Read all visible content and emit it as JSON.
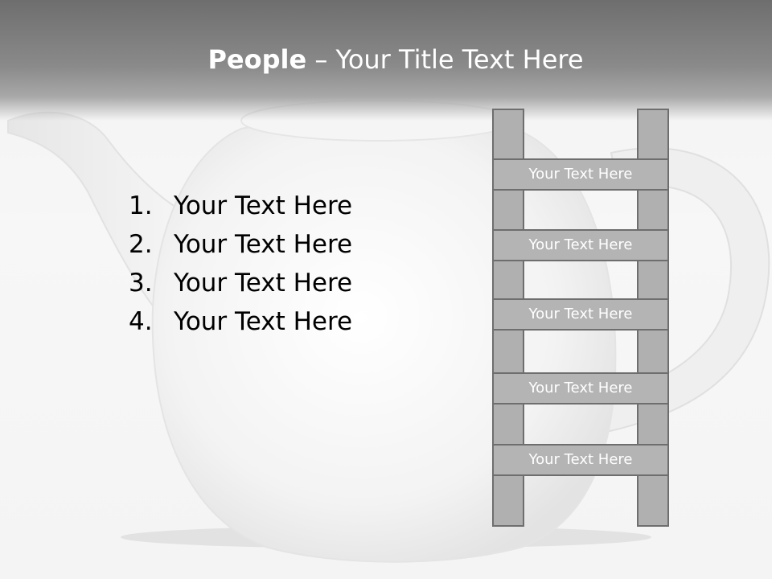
{
  "title": {
    "bold": "People",
    "rest": " – Your Title Text Here"
  },
  "list": {
    "items": [
      {
        "number": "1.",
        "text": "Your Text Here"
      },
      {
        "number": "2.",
        "text": "Your Text Here"
      },
      {
        "number": "3.",
        "text": "Your Text Here"
      },
      {
        "number": "4.",
        "text": "Your Text Here"
      }
    ]
  },
  "ladder": {
    "rungs": [
      "Your Text Here",
      "Your Text Here",
      "Your Text Here",
      "Your Text Here",
      "Your Text Here"
    ]
  },
  "colors": {
    "header": "#7a7a7a",
    "ladder_fill": "#b0b0b0",
    "ladder_border": "#6e6e6e"
  },
  "background_image": "teapot-image"
}
